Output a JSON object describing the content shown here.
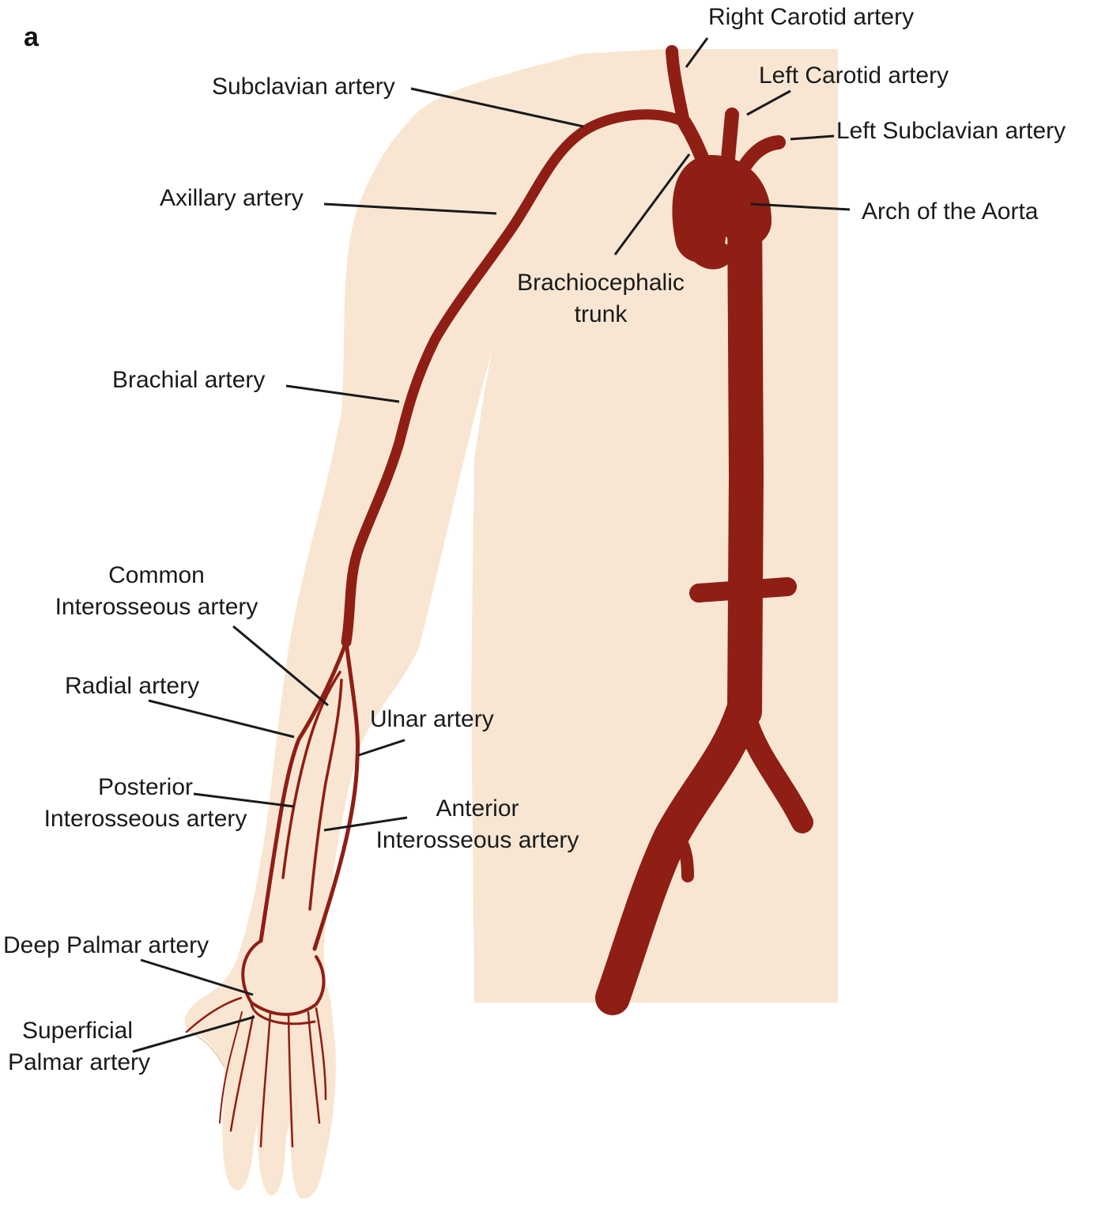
{
  "panel_letter": "a",
  "colors": {
    "skin": "#f8e6d2",
    "artery": "#8f1e14",
    "leader": "#1a1a1a",
    "background": "#ffffff"
  },
  "labels": {
    "right_carotid": "Right Carotid artery",
    "left_carotid": "Left Carotid artery",
    "left_subclavian": "Left Subclavian artery",
    "subclavian": "Subclavian artery",
    "axillary": "Axillary artery",
    "arch_aorta": "Arch of the Aorta",
    "brachiocephalic_1": "Brachiocephalic",
    "brachiocephalic_2": "trunk",
    "brachial": "Brachial artery",
    "common_interosseous_1": "Common",
    "common_interosseous_2": "Interosseous artery",
    "radial": "Radial artery",
    "ulnar": "Ulnar artery",
    "posterior_interosseous_1": "Posterior",
    "posterior_interosseous_2": "Interosseous artery",
    "anterior_interosseous_1": "Anterior",
    "anterior_interosseous_2": "Interosseous artery",
    "deep_palmar": "Deep Palmar artery",
    "superficial_palmar_1": "Superficial",
    "superficial_palmar_2": "Palmar artery"
  }
}
